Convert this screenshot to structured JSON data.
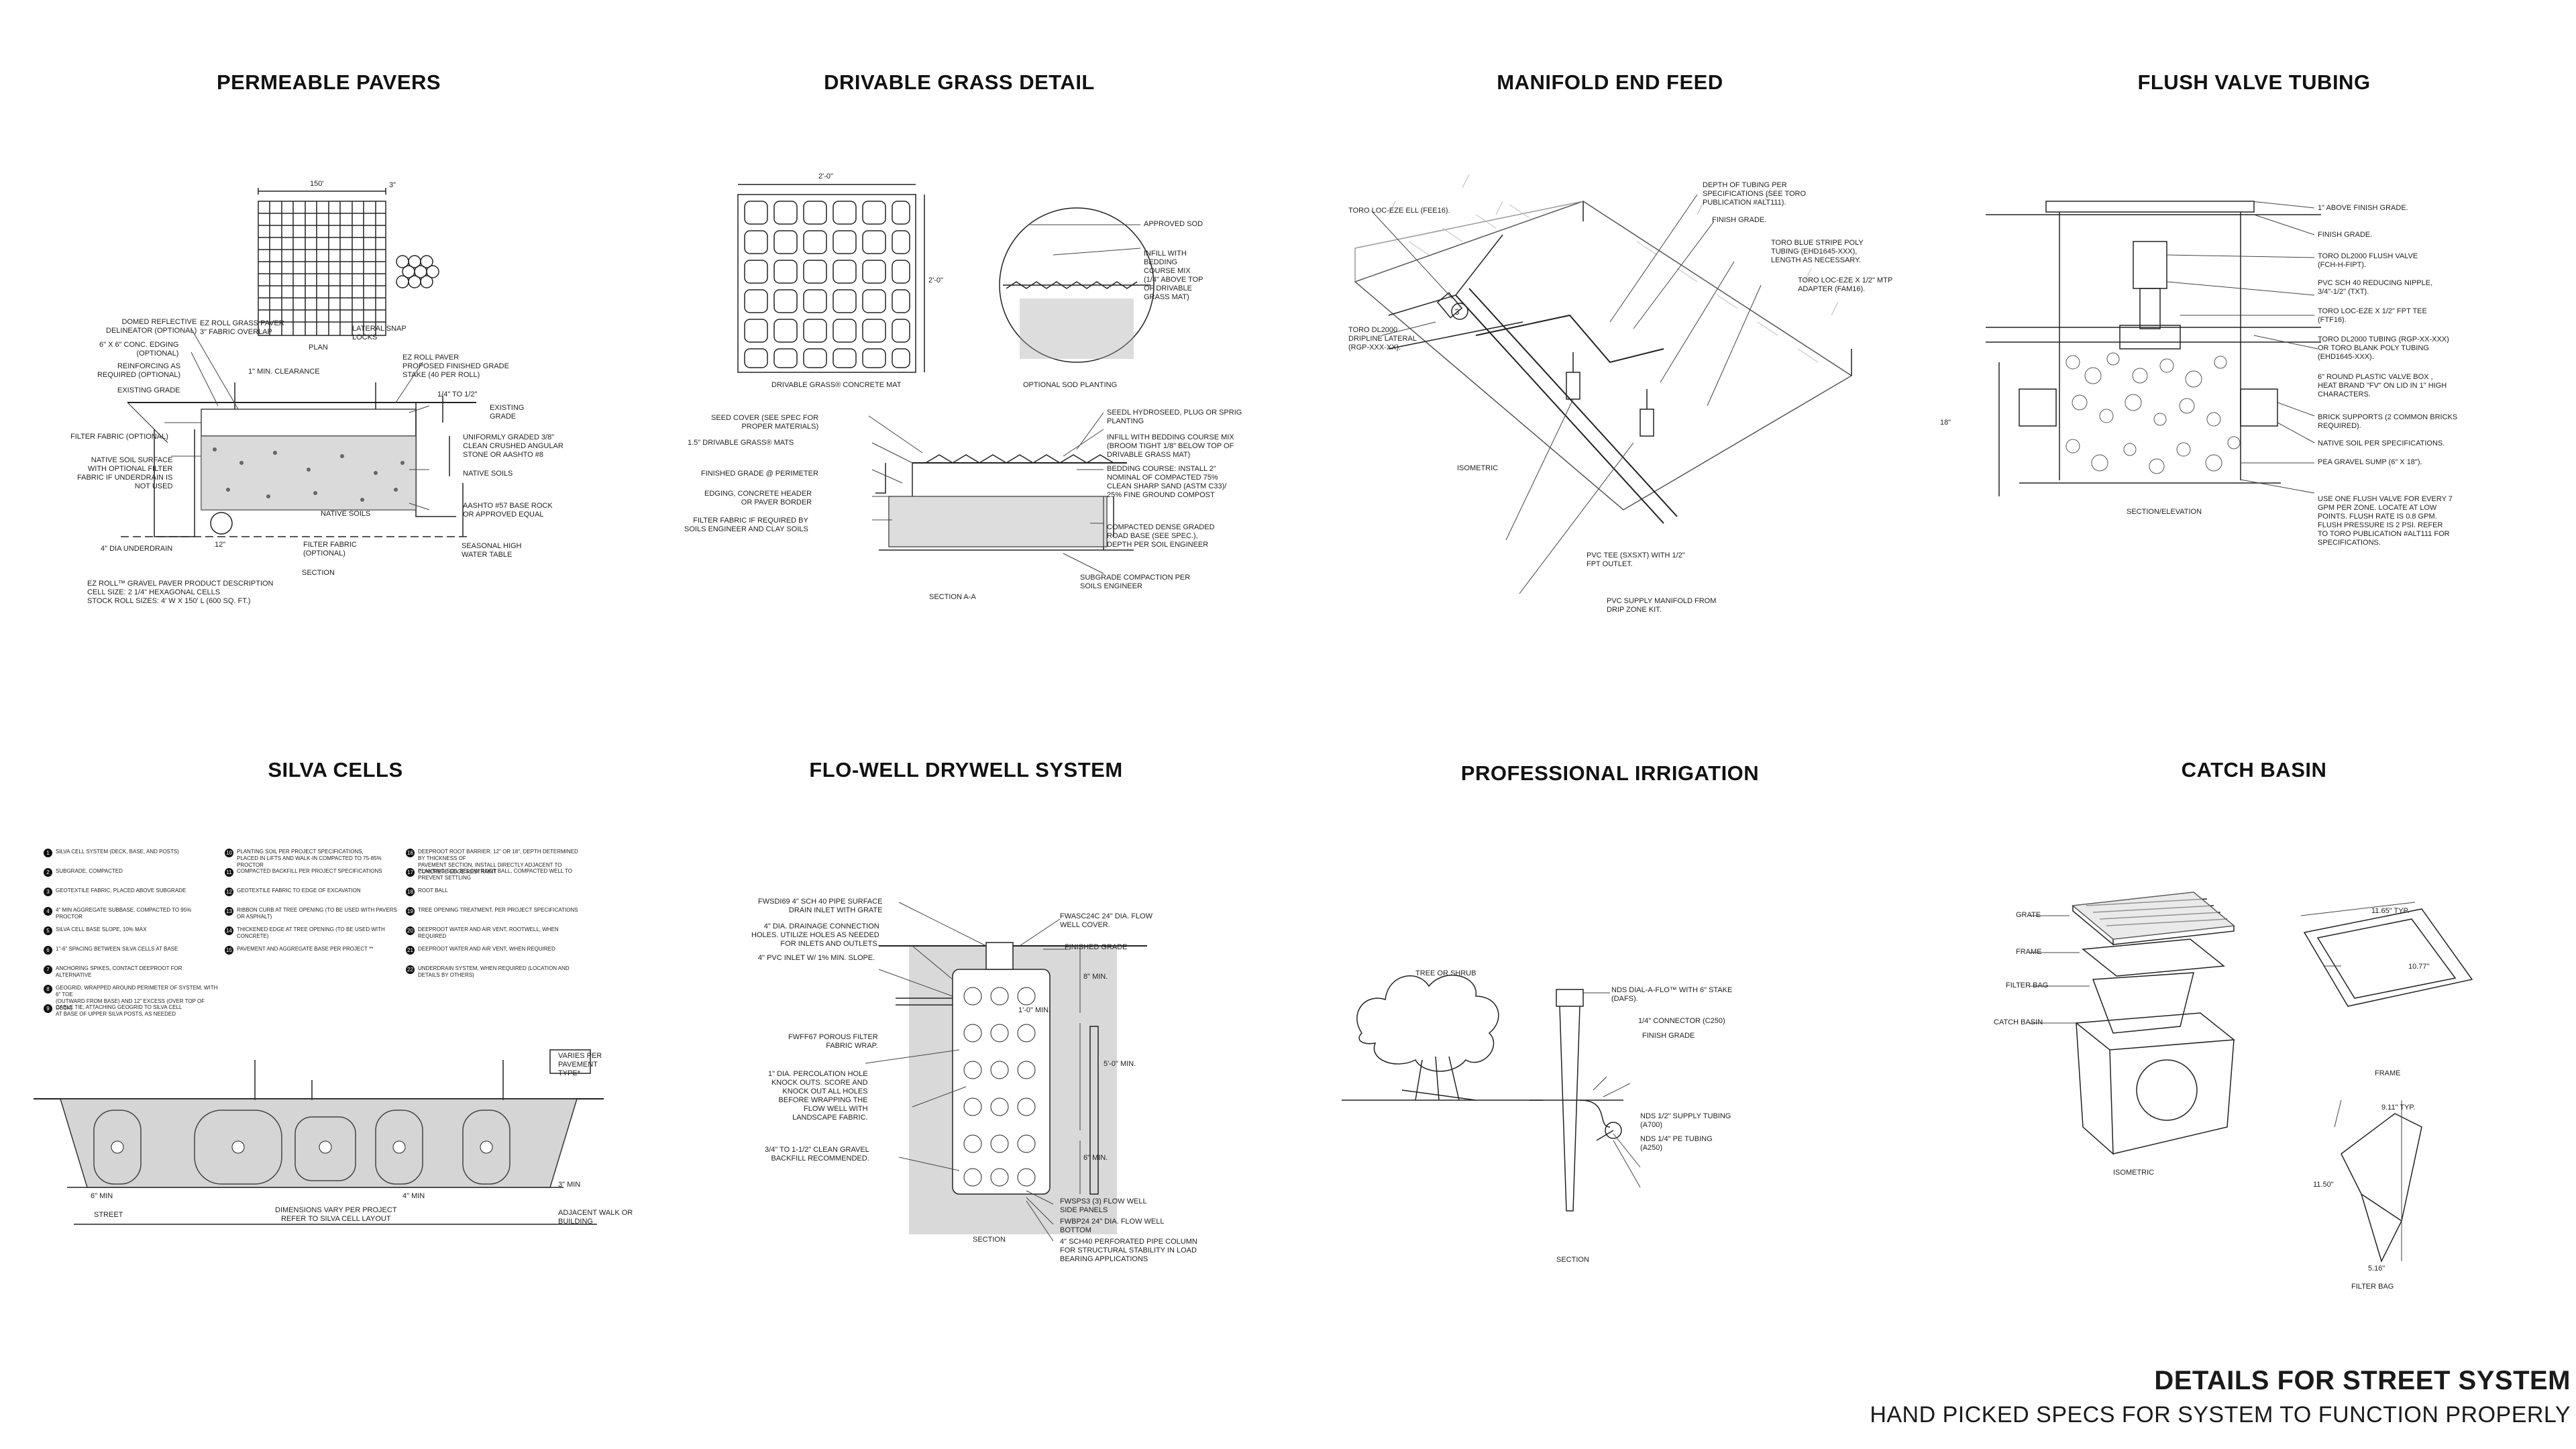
{
  "sheet": {
    "title": "DETAILS FOR STREET SYSTEM",
    "subtitle": "HAND PICKED SPECS FOR SYSTEM TO FUNCTION PROPERLY"
  },
  "details": {
    "permeable_pavers": {
      "title": "PERMEABLE PAVERS",
      "dims": {
        "width": "150'",
        "module": "3\""
      },
      "captions": {
        "plan": "PLAN",
        "section": "SECTION"
      },
      "notes": [
        "EZ ROLL GRASS PAVER\n3\" FABRIC OVERLAP",
        "LATERAL SNAP\nLOCKS",
        "DOMED REFLECTIVE\nDELINEATOR (OPTIONAL)",
        "6\" X 6\" CONC. EDGING\n(OPTIONAL)",
        "REINFORCING AS\nREQUIRED (OPTIONAL)",
        "EXISTING GRADE",
        "1\" MIN. CLEARANCE",
        "EZ ROLL PAVER\nPROPOSED FINISHED GRADE\nSTAKE (40 PER ROLL)",
        "1/4\" TO 1/2\"",
        "EXISTING\nGRADE",
        "FILTER FABRIC (OPTIONAL)",
        "UNIFORMLY GRADED 3/8\"\nCLEAN CRUSHED ANGULAR\nSTONE OR AASHTO #8",
        "NATIVE SOIL SURFACE\nWITH OPTIONAL FILTER\nFABRIC IF UNDERDRAIN IS\nNOT USED",
        "NATIVE SOILS",
        "AASHTO #57 BASE ROCK\nOR APPROVED EQUAL",
        "NATIVE SOILS",
        "4\" DIA UNDERDRAIN",
        "12\"",
        "FILTER FABRIC\n(OPTIONAL)",
        "SEASONAL HIGH\nWATER TABLE",
        "EZ ROLL™ GRAVEL PAVER  PRODUCT DESCRIPTION\nCELL SIZE: 2 1/4\" HEXAGONAL CELLS\nSTOCK ROLL SIZES: 4' W X 150' L (600 SQ. FT.)"
      ]
    },
    "drivable_grass": {
      "title": "DRIVABLE GRASS DETAIL",
      "dims": {
        "width": "2'-0\"",
        "height": "2'-0\""
      },
      "captions": {
        "mat": "DRIVABLE GRASS® CONCRETE MAT",
        "sod": "OPTIONAL SOD PLANTING",
        "section": "SECTION A-A"
      },
      "notes": [
        "APPROVED SOD",
        "INFILL WITH\nBEDDING\nCOURSE MIX\n(1/4\" ABOVE TOP\nOF DRIVABLE\nGRASS MAT)",
        "SEED COVER (SEE SPEC FOR\nPROPER MATERIALS)",
        "1.5\" DRIVABLE GRASS® MATS",
        "FINISHED GRADE @ PERIMETER",
        "EDGING, CONCRETE HEADER\nOR PAVER BORDER",
        "FILTER FABRIC IF REQUIRED BY\nSOILS ENGINEER AND CLAY SOILS",
        "SEEDL HYDROSEED, PLUG OR SPRIG\nPLANTING",
        "INFILL WITH BEDDING COURSE MIX\n(BROOM TIGHT 1/8\" BELOW TOP OF\nDRIVABLE GRASS MAT)",
        "BEDDING COURSE: INSTALL 2\"\nNOMINAL OF COMPACTED 75%\nCLEAN SHARP SAND (ASTM C33)/\n25% FINE GROUND COMPOST",
        "COMPACTED DENSE GRADED\nROAD BASE (SEE SPEC.),\nDEPTH PER SOIL ENGINEER",
        "SUBGRADE COMPACTION PER\nSOILS ENGINEER"
      ]
    },
    "manifold_end_feed": {
      "title": "MANIFOLD END FEED",
      "captions": {
        "iso": "ISOMETRIC"
      },
      "notes": [
        "TORO LOC-EZE ELL (FEE16).",
        "DEPTH OF TUBING PER\nSPECIFICATIONS (SEE TORO\nPUBLICATION #ALT111).",
        "FINISH GRADE.",
        "TORO BLUE STRIPE POLY\nTUBING (EHD1645-XXX),\nLENGTH AS NECESSARY.",
        "TORO LOC-EZE X 1/2\" MTP\nADAPTER (FAM16).",
        "TORO DL2000\nDRIPLINE LATERAL\n(RGP-XXX-XX).",
        "PVC TEE (SxSxT) WITH 1/2\"\nFPT OUTLET.",
        "PVC SUPPLY MANIFOLD FROM\nDRIP ZONE KIT."
      ]
    },
    "flush_valve": {
      "title": "FLUSH VALVE TUBING",
      "dims": {
        "depth": "18\""
      },
      "captions": {
        "section": "SECTION/ELEVATION"
      },
      "notes": [
        "1\" ABOVE FINISH GRADE.",
        "FINISH GRADE.",
        "TORO DL2000 FLUSH VALVE\n(FCH-H-FIPT).",
        "PVC SCH 40 REDUCING NIPPLE,\n3/4\"-1/2\" (TxT).",
        "TORO LOC-EZE X 1/2\" FPT TEE\n(FTF16).",
        "TORO DL2000 TUBING (RGP-XX-XXX)\nOR TORO BLANK POLY TUBING\n(EHD1645-XXX).",
        "6\" ROUND PLASTIC VALVE BOX ,\nHEAT BRAND \"FV\" ON LID IN 1\" HIGH\nCHARACTERS.",
        "BRICK SUPPORTS (2 COMMON BRICKS\nREQUIRED).",
        "NATIVE SOIL PER SPECIFICATIONS.",
        "PEA GRAVEL SUMP (6\" x 18\").",
        "USE ONE FLUSH VALVE FOR EVERY 7\nGPM PER ZONE.  LOCATE AT LOW\nPOINTS.  FLUSH RATE IS 0.8 GPM.\nFLUSH PRESSURE IS 2 PSI.  REFER\nTO TORO PUBLICATION #ALT111 FOR\nSPECIFICATIONS."
      ]
    },
    "silva_cells": {
      "title": "SILVA CELLS",
      "legend": [
        {
          "num": "1",
          "text": "SILVA CELL SYSTEM (DECK, BASE, AND POSTS)"
        },
        {
          "num": "2",
          "text": "SUBGRADE, COMPACTED"
        },
        {
          "num": "3",
          "text": "GEOTEXTILE FABRIC, PLACED ABOVE SUBGRADE"
        },
        {
          "num": "4",
          "text": "4\" MIN AGGREGATE SUBBASE, COMPACTED TO 95% PROCTOR"
        },
        {
          "num": "5",
          "text": "SILVA CELL BASE SLOPE, 10% MAX"
        },
        {
          "num": "6",
          "text": "1\"-6\" SPACING BETWEEN SILVA CELLS AT BASE"
        },
        {
          "num": "7",
          "text": "ANCHORING SPIKES, CONTACT DEEPROOT FOR ALTERNATIVE"
        },
        {
          "num": "8",
          "text": "GEOGRID, WRAPPED AROUND PERIMETER OF SYSTEM, WITH 6\" TOE\n(OUTWARD FROM BASE) AND 12\" EXCESS (OVER TOP OF DECK)"
        },
        {
          "num": "9",
          "text": "CABLE TIE, ATTACHING GEOGRID TO SILVA CELL\nAT BASE OF UPPER SILVA POSTS, AS NEEDED"
        },
        {
          "num": "10",
          "text": "PLANTING SOIL PER PROJECT SPECIFICATIONS,\nPLACED IN LIFTS AND WALK-IN COMPACTED TO 75-85% PROCTOR"
        },
        {
          "num": "11",
          "text": "COMPACTED BACKFILL PER PROJECT SPECIFICATIONS"
        },
        {
          "num": "12",
          "text": "GEOTEXTILE FABRIC TO EDGE OF EXCAVATION"
        },
        {
          "num": "13",
          "text": "RIBBON CURB AT TREE OPENING (TO BE USED WITH PAVERS OR ASPHALT)"
        },
        {
          "num": "14",
          "text": "THICKENED EDGE AT TREE OPENING (TO BE USED WITH CONCRETE)"
        },
        {
          "num": "15",
          "text": "PAVEMENT AND AGGREGATE BASE PER PROJECT **"
        },
        {
          "num": "16",
          "text": "DEEPROOT ROOT BARRIER, 12\" OR 18\", DEPTH DETERMINED BY THICKNESS OF\nPAVEMENT SECTION, INSTALL DIRECTLY ADJACENT TO CONCRETE EDGE RESTRAINT"
        },
        {
          "num": "17",
          "text": "PLANTING SOIL BELOW ROOT BALL, COMPACTED WELL TO PREVENT SETTLING"
        },
        {
          "num": "18",
          "text": "ROOT BALL"
        },
        {
          "num": "19",
          "text": "TREE OPENING TREATMENT, PER PROJECT SPECIFICATIONS"
        },
        {
          "num": "20",
          "text": "DEEPROOT WATER AND AIR VENT, ROOTWELL, WHEN REQUIRED"
        },
        {
          "num": "21",
          "text": "DEEPROOT WATER AND AIR VENT, WHEN REQUIRED"
        },
        {
          "num": "22",
          "text": "UNDERDRAIN SYSTEM, WHEN REQUIRED (LOCATION AND DETAILS BY OTHERS)"
        }
      ],
      "notes": [
        "VARIES PER\nPAVEMENT\nTYPE*",
        "6\" MIN",
        "4\" MIN",
        "3\" MIN",
        "STREET",
        "DIMENSIONS VARY PER PROJECT\nREFER TO SILVA CELL LAYOUT",
        "ADJACENT WALK OR\nBUILDING"
      ]
    },
    "flo_well": {
      "title": "FLO-WELL DRYWELL SYSTEM",
      "captions": {
        "section": "SECTION"
      },
      "notes": [
        "FWSDI69 4\" SCH 40 PIPE SURFACE\nDRAIN INLET WITH GRATE",
        "4\" DIA. DRAINAGE CONNECTION\nHOLES. UTILIZE HOLES AS NEEDED\nFOR INLETS AND OUTLETS.",
        "4\" PVC INLET W/ 1% MIN. SLOPE.",
        "FWFF67 POROUS FILTER\nFABRIC WRAP.",
        "1\" DIA. PERCOLATION HOLE\nKNOCK OUTS. SCORE AND\nKNOCK OUT ALL HOLES\nBEFORE WRAPPING THE\nFLOW WELL WITH\nLANDSCAPE FABRIC.",
        "3/4\" TO 1-1/2\" CLEAN GRAVEL\nBACKFILL RECOMMENDED.",
        "FWASC24C 24\" DIA. FLOW\nWELL COVER.",
        "FINISHED GRADE",
        "8\" MIN.",
        "5'-0\" MIN.",
        "6\" MIN.",
        "1'-0\" MIN.",
        "FWSPS3 (3) FLOW WELL\nSIDE PANELS",
        "FWBP24 24\" DIA. FLOW WELL\nBOTTOM",
        "4\" SCH40 PERFORATED PIPE COLUMN\nFOR STRUCTURAL STABILITY IN LOAD\nBEARING APPLICATIONS"
      ]
    },
    "professional_irrigation": {
      "title": "PROFESSIONAL IRRIGATION",
      "captions": {
        "section": "SECTION"
      },
      "notes": [
        "TREE OR SHRUB",
        "NDS DIAL-A-FLO™ WITH 6\" STAKE\n(DAFS).",
        "1/4\" CONNECTOR (C250)",
        "FINISH GRADE",
        "NDS 1/2\" SUPPLY TUBING\n(A700)",
        "NDS 1/4\" PE TUBING\n(A250)"
      ]
    },
    "catch_basin": {
      "title": "CATCH BASIN",
      "captions": {
        "iso": "ISOMETRIC",
        "frame": "FRAME",
        "filter": "FILTER BAG"
      },
      "dims": {
        "frame_w": "11.65\" TYP.",
        "frame_in": "10.77\"",
        "bag_top": "9.11\" TYP.",
        "bag_h": "11.50\"",
        "bag_bottom": "5.16\""
      },
      "notes": [
        "GRATE",
        "FRAME",
        "FILTER BAG",
        "CATCH BASIN"
      ]
    }
  }
}
